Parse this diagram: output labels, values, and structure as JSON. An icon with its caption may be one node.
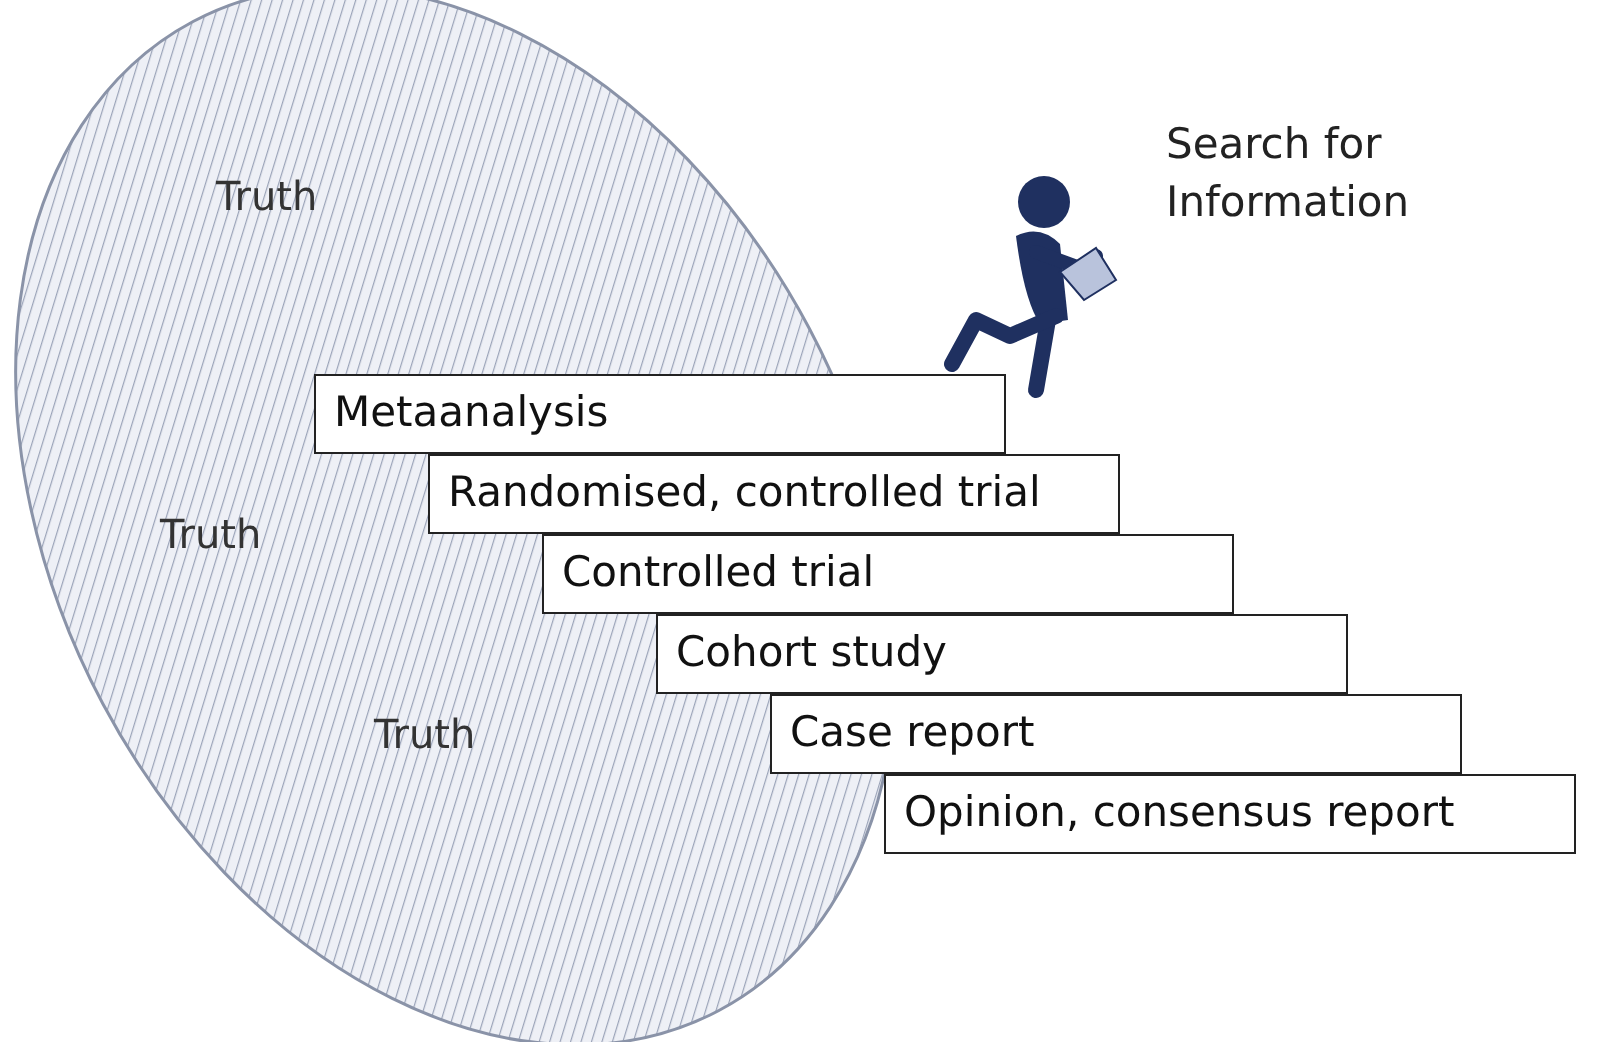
{
  "diagram": {
    "nodes": [
      {
        "text": [
          "Truth",
          "Truth",
          "Truth"
        ]
      },
      {
        "text": [
          "Metaanalysis"
        ]
      },
      {
        "text": [
          "Randomised, controlled trial"
        ]
      },
      {
        "text": [
          "Controlled trial"
        ]
      },
      {
        "text": [
          "Cohort study"
        ]
      },
      {
        "text": [
          "Case report"
        ]
      },
      {
        "text": [
          "Opinion, consensus report"
        ]
      }
    ],
    "edges": [],
    "labels": [
      "Search for Information"
    ]
  }
}
